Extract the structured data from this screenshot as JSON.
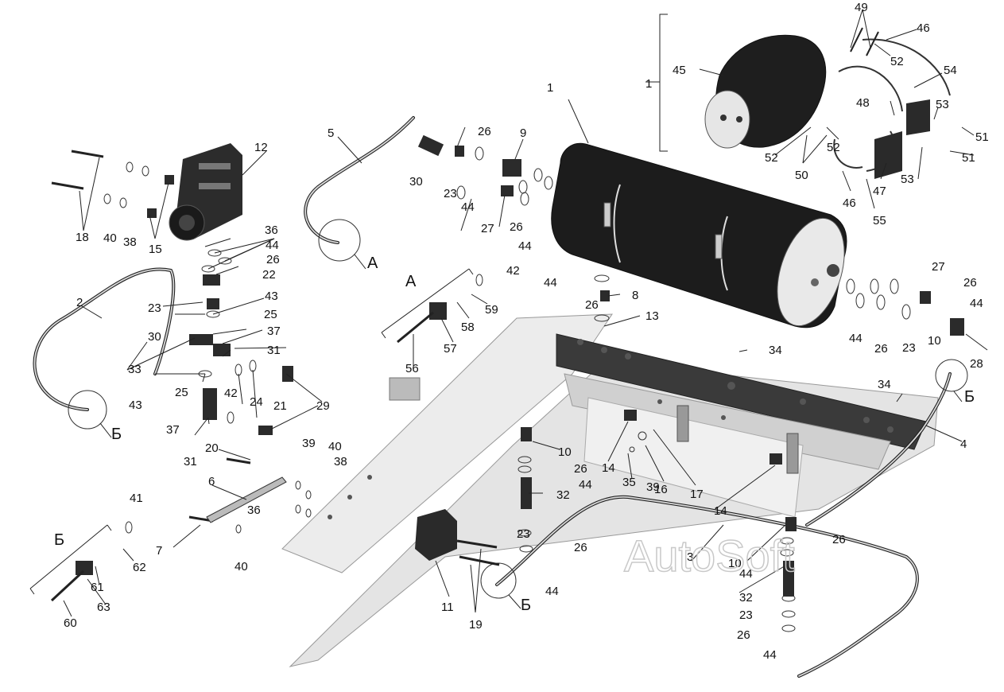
{
  "labels": {
    "n1": "1",
    "n2": "2",
    "n3": "3",
    "n4": "4",
    "n5": "5",
    "n6": "6",
    "n7": "7",
    "n8": "8",
    "n9": "9",
    "n10": "10",
    "n11": "11",
    "n12": "12",
    "n13": "13",
    "n14": "14",
    "n15": "15",
    "n16": "16",
    "n17": "17",
    "n18": "18",
    "n19": "19",
    "n20": "20",
    "n21": "21",
    "n22": "22",
    "n23": "23",
    "n24": "24",
    "n25": "25",
    "n26": "26",
    "n27": "27",
    "n28": "28",
    "n29": "29",
    "n30": "30",
    "n31": "31",
    "n32": "32",
    "n33": "33",
    "n34": "34",
    "n35": "35",
    "n36": "36",
    "n37": "37",
    "n38": "38",
    "n39": "39",
    "n40": "40",
    "n41": "41",
    "n42": "42",
    "n43": "43",
    "n44": "44",
    "n45": "45",
    "n46": "46",
    "n47": "47",
    "n48": "48",
    "n49": "49",
    "n50": "50",
    "n51": "51",
    "n52": "52",
    "n53": "53",
    "n54": "54",
    "n55": "55",
    "n56": "56",
    "n57": "57",
    "n58": "58",
    "n59": "59",
    "n60": "60",
    "n61": "61",
    "n62": "62",
    "n63": "63",
    "view_a": "А",
    "view_b": "Б"
  },
  "watermark": "AutoSoft",
  "colors": {
    "ink": "#222222",
    "frame": "#e2e2e2",
    "tank": "#1c1c1c",
    "watermark": "#c9c9c9"
  }
}
